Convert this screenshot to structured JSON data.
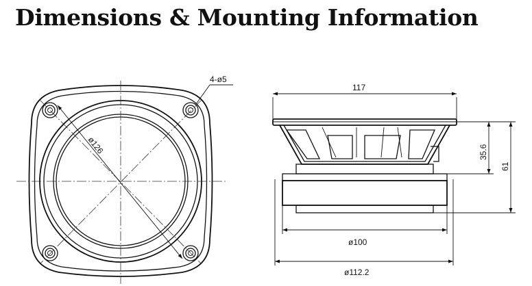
{
  "title": "Dimensions & Mounting Information",
  "front_view": {
    "hole_label": "4-ø5",
    "diameter_label": "ø126"
  },
  "side_view": {
    "width_label": "117",
    "depth_partial_label": "35.6",
    "depth_total_label": "61",
    "magnet_diameter_label": "ø100",
    "outer_diameter_label": "ø112.2"
  }
}
